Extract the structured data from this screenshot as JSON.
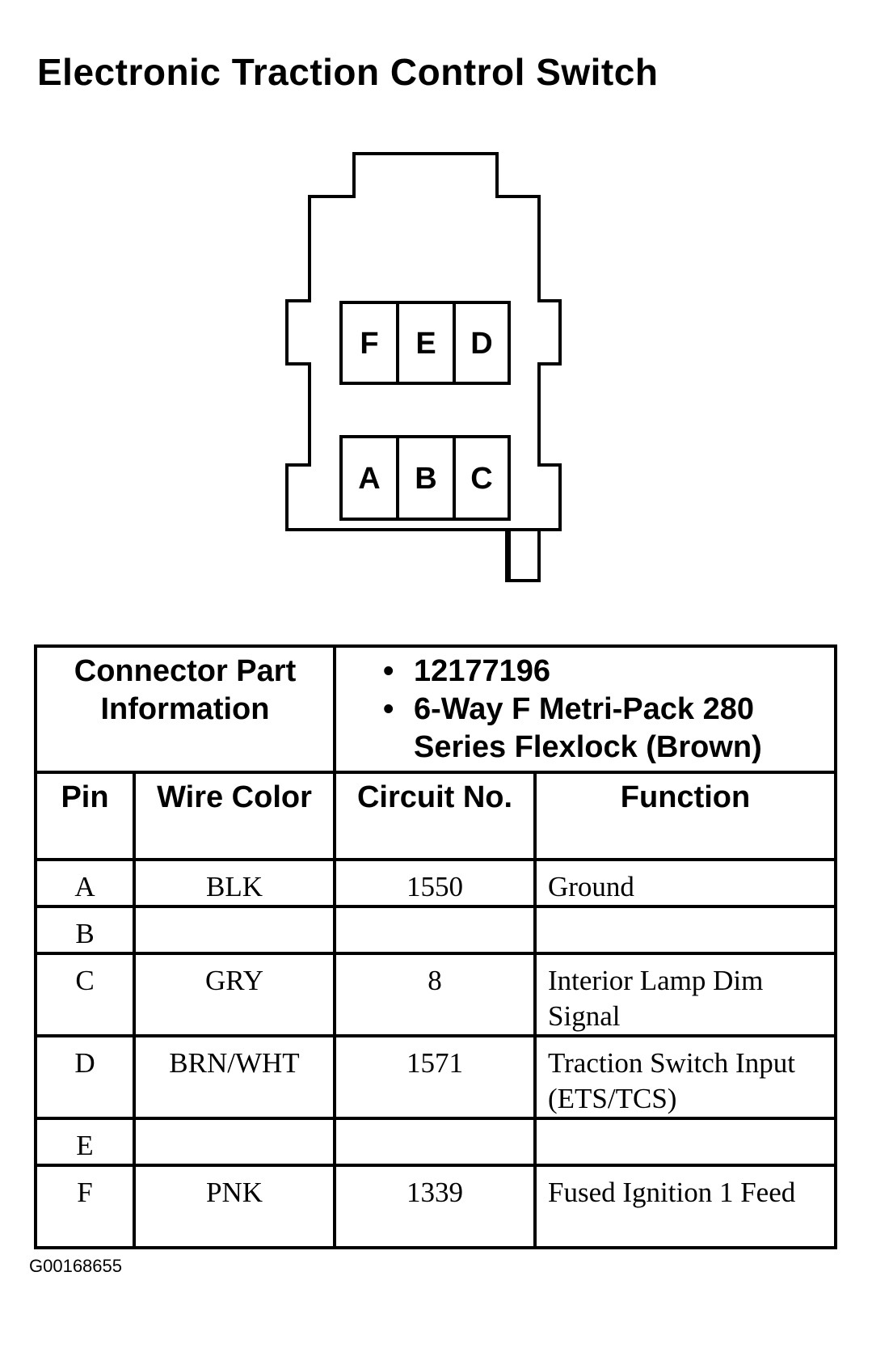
{
  "title": "Electronic Traction Control Switch",
  "connector": {
    "top_row_pins": [
      "F",
      "E",
      "D"
    ],
    "bottom_row_pins": [
      "A",
      "B",
      "C"
    ]
  },
  "part_info": {
    "label": "Connector Part Information",
    "items": [
      "12177196",
      "6-Way F Metri-Pack 280 Series Flexlock (Brown)"
    ]
  },
  "columns": {
    "pin": "Pin",
    "wire_color": "Wire Color",
    "circuit": "Circuit No.",
    "function": "Function"
  },
  "rows": [
    {
      "pin": "A",
      "wire_color": "BLK",
      "circuit": "1550",
      "function": "Ground"
    },
    {
      "pin": "B",
      "wire_color": "",
      "circuit": "",
      "function": ""
    },
    {
      "pin": "C",
      "wire_color": "GRY",
      "circuit": "8",
      "function": "Interior Lamp Dim Signal"
    },
    {
      "pin": "D",
      "wire_color": "BRN/WHT",
      "circuit": "1571",
      "function": "Traction Switch Input (ETS/TCS)"
    },
    {
      "pin": "E",
      "wire_color": "",
      "circuit": "",
      "function": ""
    },
    {
      "pin": "F",
      "wire_color": "PNK",
      "circuit": "1339",
      "function": "Fused Ignition 1 Feed"
    }
  ],
  "figure_id": "G00168655"
}
